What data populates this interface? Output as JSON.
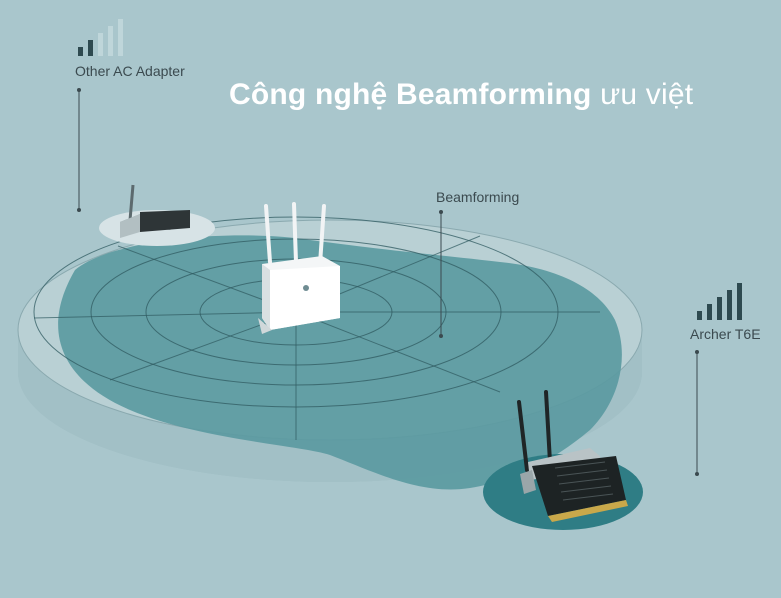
{
  "headline": {
    "bold_text": "Công nghệ Beamforming",
    "regular_text": "ưu việt"
  },
  "labels": {
    "other_adapter": "Other AC Adapter",
    "beamforming": "Beamforming",
    "archer": "Archer T6E"
  },
  "signal": {
    "other_adapter_bars_filled": 2,
    "archer_bars_filled": 5,
    "total_bars": 5
  },
  "colors": {
    "background": "#a9c6cc",
    "beam_coverage": "#5b9aa1",
    "adapter_coverage": "#2f7d85",
    "signal_filled": "#2e4a50",
    "signal_empty": "#bfd6da",
    "headline": "#ffffff"
  },
  "icons": [
    "signal-strength-icon",
    "router-icon",
    "pcie-adapter-icon"
  ]
}
